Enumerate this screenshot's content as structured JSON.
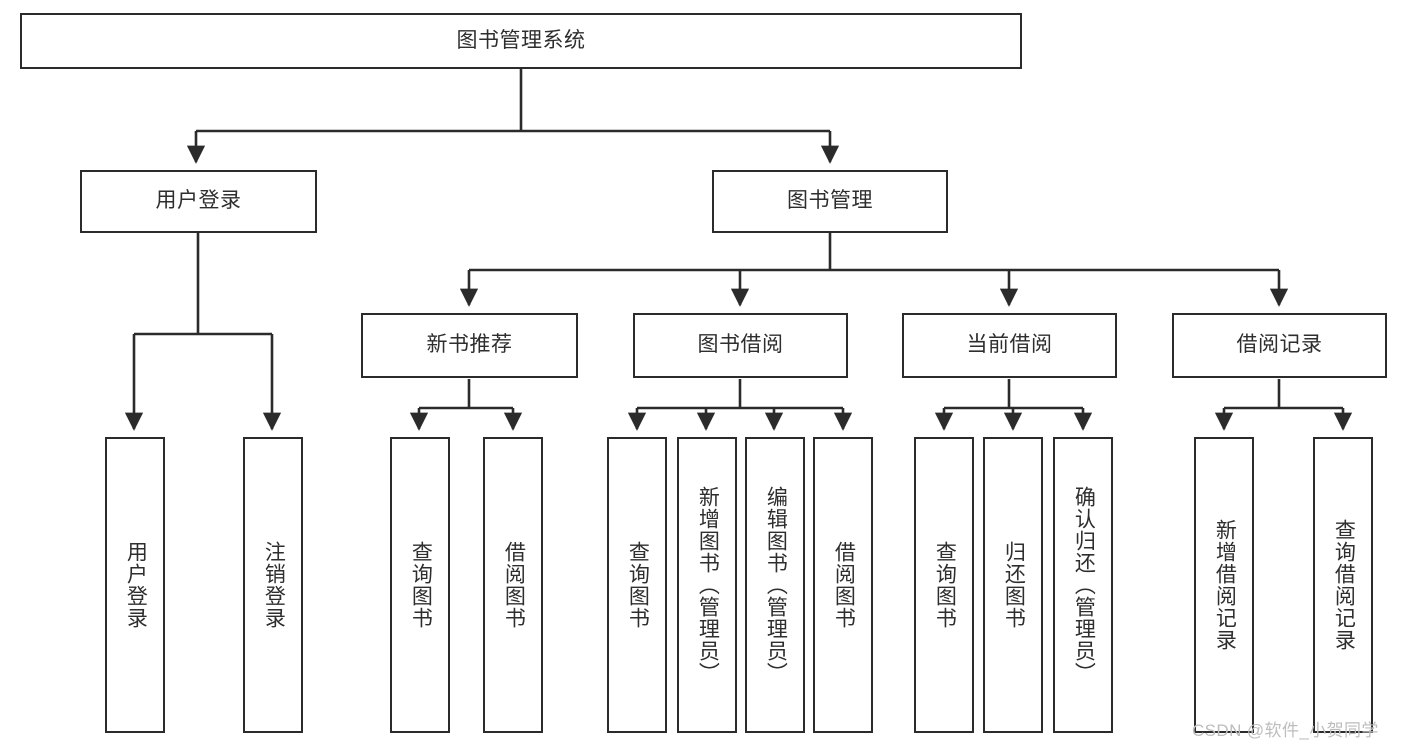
{
  "diagram": {
    "title": "图书管理系统",
    "type": "tree-hierarchy-diagram",
    "colors": {
      "node_border": "#2b2b2b",
      "node_fill": "#ffffff",
      "text": "#2e2e2e",
      "edge": "#2b2b2b",
      "watermark": "#bdbdbd"
    },
    "root": {
      "label": "图书管理系统"
    },
    "level2": [
      {
        "label": "用户登录"
      },
      {
        "label": "图书管理"
      }
    ],
    "level3": [
      {
        "label": "新书推荐"
      },
      {
        "label": "图书借阅"
      },
      {
        "label": "当前借阅"
      },
      {
        "label": "借阅记录"
      }
    ],
    "leaves": {
      "user_login": [
        {
          "label": "用户登录"
        },
        {
          "label": "注销登录"
        }
      ],
      "new_book_recommend": [
        {
          "label": "查询图书"
        },
        {
          "label": "借阅图书"
        }
      ],
      "book_borrow": [
        {
          "label": "查询图书"
        },
        {
          "label": "新增图书（管理员）"
        },
        {
          "label": "编辑图书（管理员）"
        },
        {
          "label": "借阅图书"
        }
      ],
      "current_borrow": [
        {
          "label": "查询图书"
        },
        {
          "label": "归还图书"
        },
        {
          "label": "确认归还（管理员）"
        }
      ],
      "borrow_record": [
        {
          "label": "新增借阅记录"
        },
        {
          "label": "查询借阅记录"
        }
      ]
    }
  },
  "watermark": {
    "text": "CSDN @软件_小贺同学"
  }
}
